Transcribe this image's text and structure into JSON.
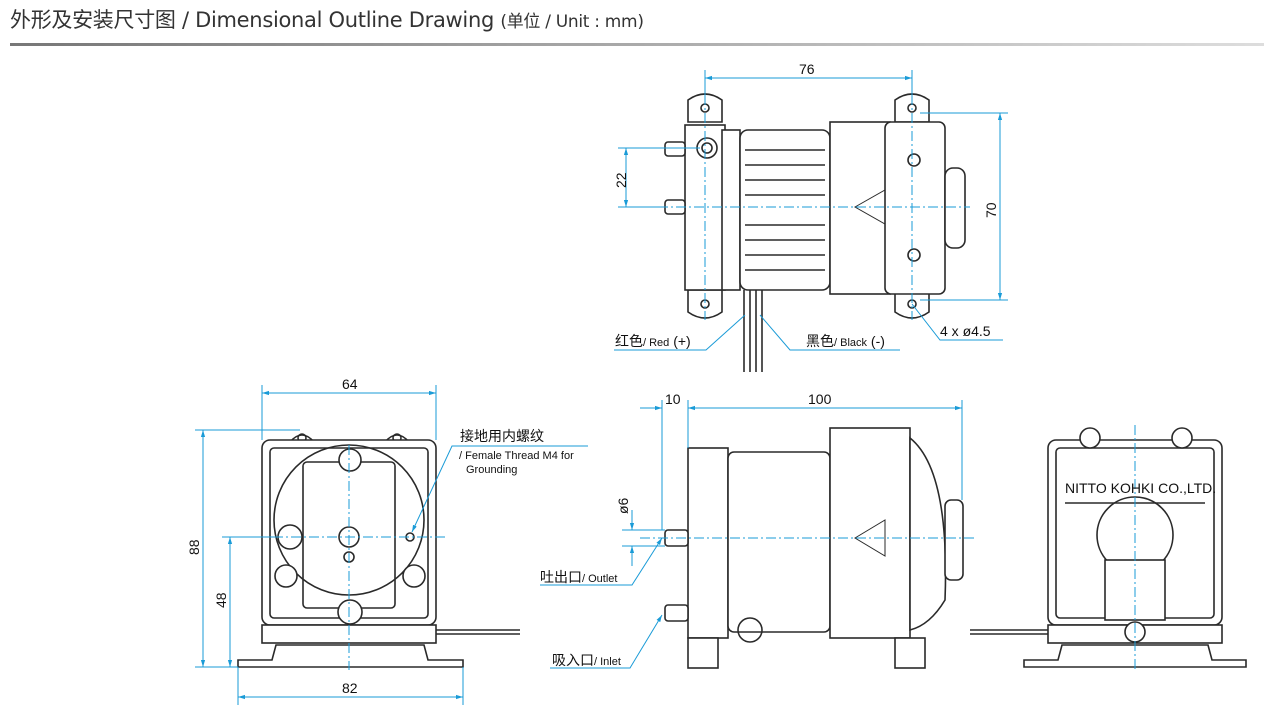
{
  "header": {
    "title": "外形及安装尺寸图 / Dimensional Outline Drawing",
    "unit": "(单位 / Unit : mm)"
  },
  "dimensions": {
    "top_width": "76",
    "top_pitch": "22",
    "top_height": "70",
    "holes": "4 x ø4.5",
    "front_width": "64",
    "front_height": "88",
    "front_center": "48",
    "front_base": "82",
    "side_offset": "10",
    "side_length": "100",
    "side_dia": "ø6"
  },
  "labels": {
    "red_cn": "红色",
    "red_en": "/ Red",
    "red_sign": "(+)",
    "black_cn": "黑色",
    "black_en": "/ Black",
    "black_sign": "(-)",
    "ground_cn": "接地用内螺纹",
    "ground_en1": "/ Female Thread M4 for",
    "ground_en2": "Grounding",
    "outlet_cn": "吐出口",
    "outlet_en": "/ Outlet",
    "inlet_cn": "吸入口",
    "inlet_en": "/ Inlet",
    "brand": "NITTO KOHKI CO.,LTD."
  },
  "colors": {
    "dimension": "#1a9bd7",
    "outline": "#2a2a2a"
  }
}
